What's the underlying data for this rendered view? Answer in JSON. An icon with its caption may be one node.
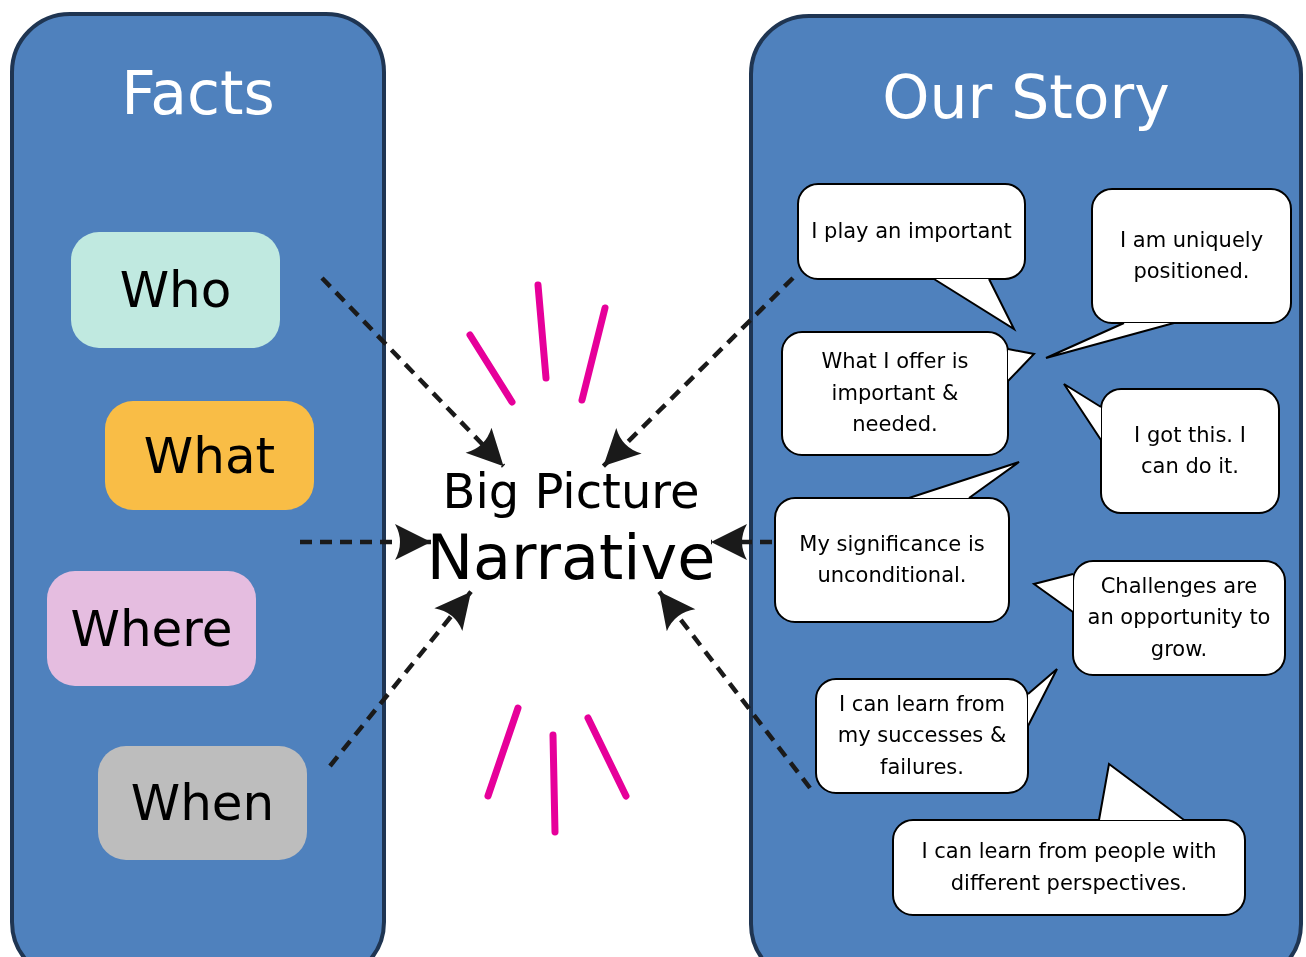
{
  "diagram": {
    "nodes": [
      {
        "text": [
          "Facts"
        ]
      },
      {
        "text": [
          "Who"
        ],
        "in": 0
      },
      {
        "text": [
          "What"
        ],
        "in": 0
      },
      {
        "text": [
          "Where"
        ],
        "in": 0
      },
      {
        "text": [
          "When"
        ],
        "in": 0
      },
      {
        "text": [
          "Big Picture",
          "Narrative"
        ]
      },
      {
        "text": [
          "Our Story"
        ]
      },
      {
        "text": [
          "I play an important"
        ],
        "in": 6
      },
      {
        "text": [
          "I am uniquely positioned."
        ],
        "in": 6
      },
      {
        "text": [
          "What I offer is important & needed."
        ],
        "in": 6
      },
      {
        "text": [
          "I got this. I can do it."
        ],
        "in": 6
      },
      {
        "text": [
          "My significance is unconditional."
        ],
        "in": 6
      },
      {
        "text": [
          "Challenges are an opportunity to grow."
        ],
        "in": 6
      },
      {
        "text": [
          "I can learn from my successes & failures."
        ],
        "in": 6
      },
      {
        "text": [
          "I can learn from people with different perspectives."
        ],
        "in": 6
      }
    ],
    "edges": [
      {
        "from": null,
        "to": 5,
        "arrow": "to",
        "style": "dashed"
      },
      {
        "from": null,
        "to": 5,
        "arrow": "to",
        "style": "dashed"
      },
      {
        "from": null,
        "to": 5,
        "arrow": "to",
        "style": "dashed"
      },
      {
        "from": 7,
        "to": 5,
        "arrow": "to",
        "style": "dashed"
      },
      {
        "from": 11,
        "to": 5,
        "arrow": "to",
        "style": "dashed"
      },
      {
        "from": 13,
        "to": 5,
        "arrow": "to",
        "style": "dashed"
      }
    ]
  }
}
